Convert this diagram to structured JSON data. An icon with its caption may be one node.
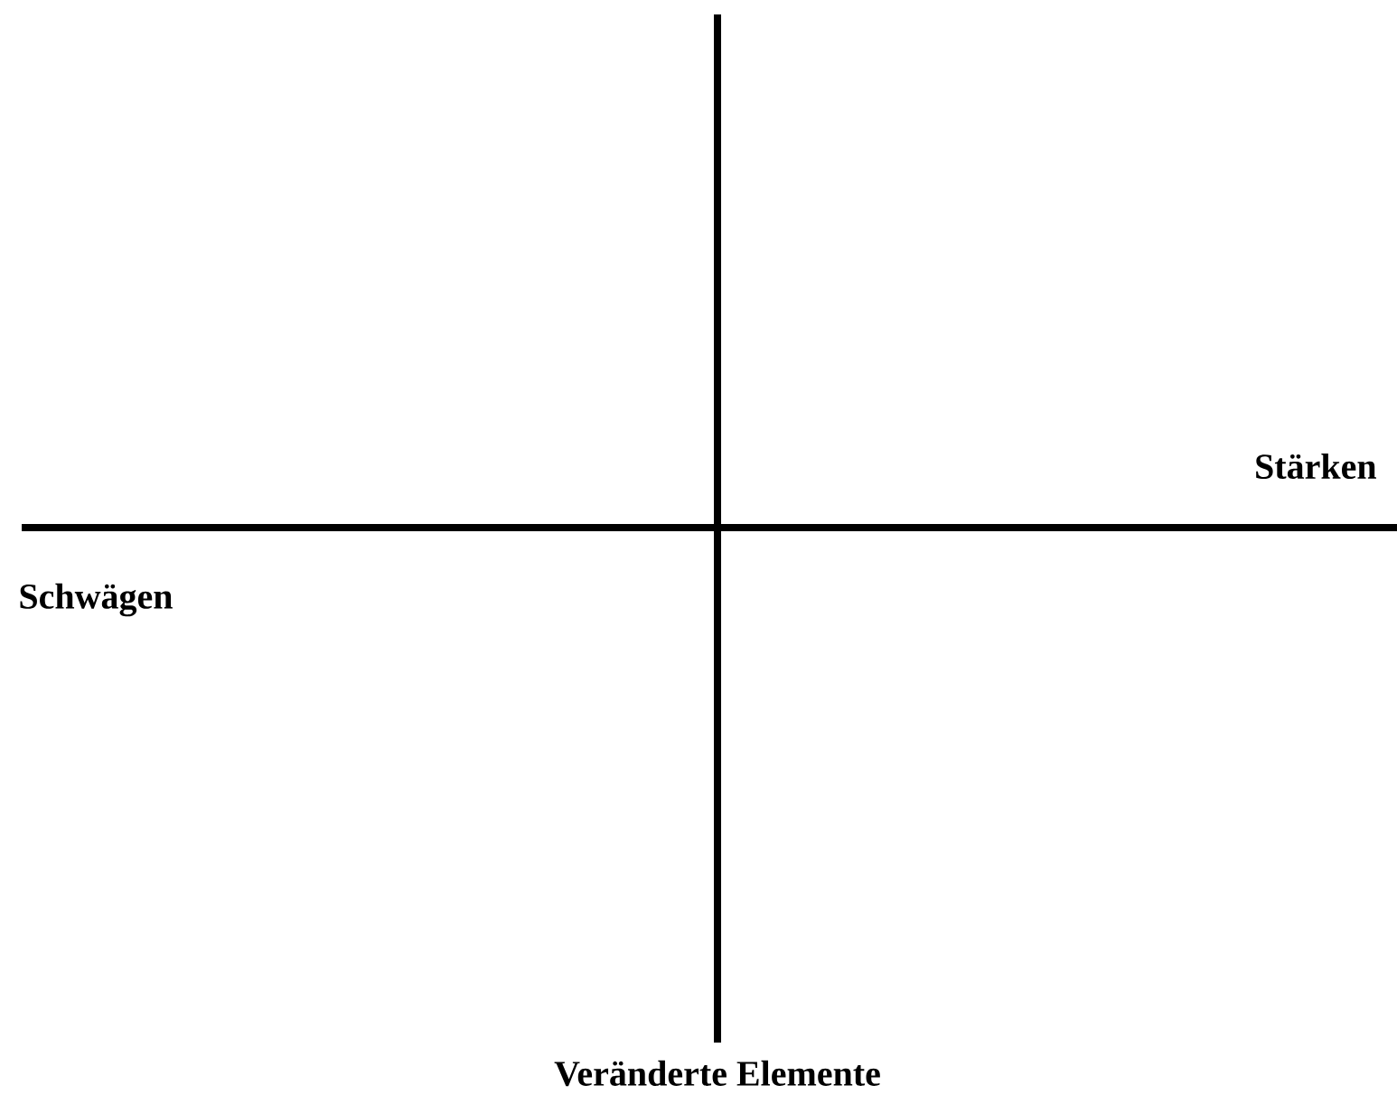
{
  "diagram": {
    "labels": [
      "Stärken",
      "Schwägen",
      "Veränderte Elemente"
    ]
  }
}
